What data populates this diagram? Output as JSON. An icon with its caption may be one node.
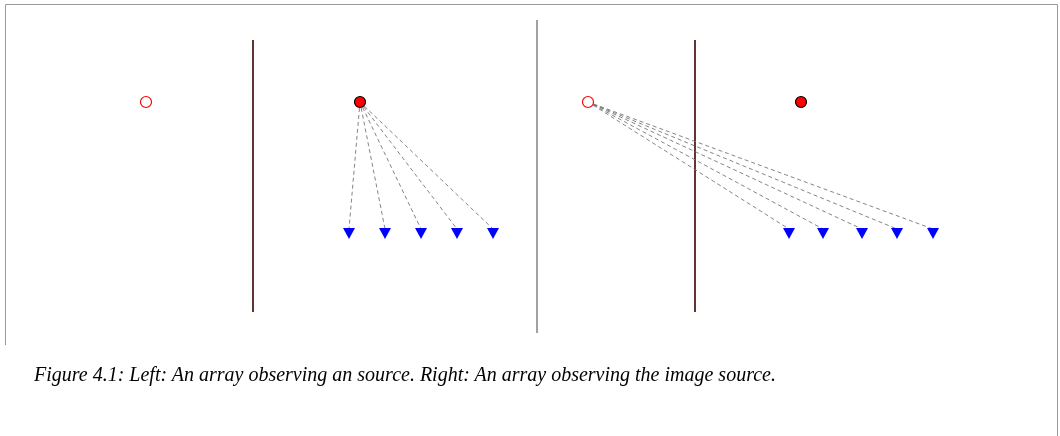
{
  "diagram": {
    "caption": "Figure 4.1: Left: An array observing an source. Right: An array observing the image source.",
    "nodes": [
      {
        "text": [],
        "shape": "circle"
      },
      {
        "text": [],
        "shape": "circle"
      },
      {
        "text": [],
        "shape": "triangle"
      },
      {
        "text": [],
        "shape": "triangle"
      },
      {
        "text": [],
        "shape": "triangle"
      },
      {
        "text": [],
        "shape": "triangle"
      },
      {
        "text": [],
        "shape": "triangle"
      },
      {
        "text": [],
        "shape": "circle"
      },
      {
        "text": [],
        "shape": "circle"
      },
      {
        "text": [],
        "shape": "triangle"
      },
      {
        "text": [],
        "shape": "triangle"
      },
      {
        "text": [],
        "shape": "triangle"
      },
      {
        "text": [],
        "shape": "triangle"
      },
      {
        "text": [],
        "shape": "triangle"
      }
    ],
    "edges": [
      {
        "from": 1,
        "to": 2,
        "arrow": "none",
        "style": "dashed"
      },
      {
        "from": 1,
        "to": 3,
        "arrow": "none",
        "style": "dashed"
      },
      {
        "from": 1,
        "to": 4,
        "arrow": "none",
        "style": "dashed"
      },
      {
        "from": 1,
        "to": 5,
        "arrow": "none",
        "style": "dashed"
      },
      {
        "from": 1,
        "to": 6,
        "arrow": "none",
        "style": "dashed"
      },
      {
        "from": 7,
        "to": 9,
        "arrow": "none",
        "style": "dashed"
      },
      {
        "from": 7,
        "to": 10,
        "arrow": "none",
        "style": "dashed"
      },
      {
        "from": 7,
        "to": 11,
        "arrow": "none",
        "style": "dashed"
      },
      {
        "from": 7,
        "to": 12,
        "arrow": "none",
        "style": "dashed"
      },
      {
        "from": 7,
        "to": 13,
        "arrow": "none",
        "style": "dashed"
      }
    ]
  }
}
